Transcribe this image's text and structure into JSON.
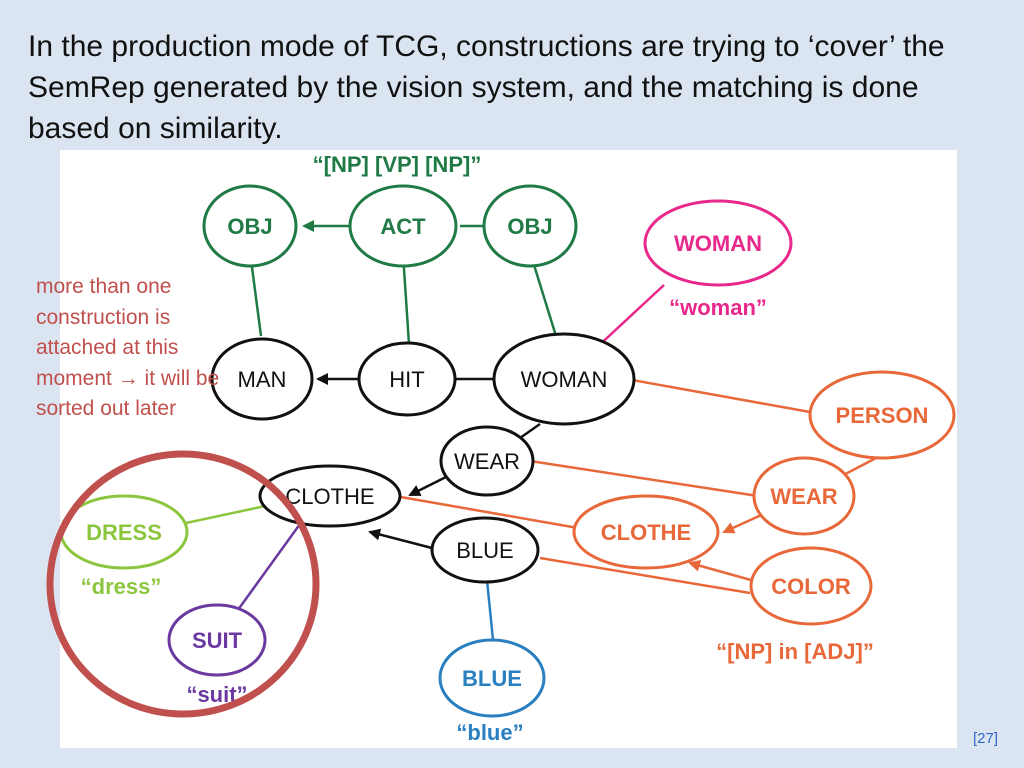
{
  "slide": {
    "title": "In the production mode of TCG, constructions are trying to ‘cover’ the SemRep generated by the vision system, and the matching is done based on similarity.",
    "side_note": "more than one construction is attached at this moment → it will be sorted out later",
    "citation": "[27]"
  },
  "colors": {
    "green_construction": "#1f7a45",
    "semrep_black": "#111111",
    "woman_magenta": "#e8288a",
    "orange_construction": "#e8683a",
    "dress_lightgreen": "#8cc63f",
    "suit_purple": "#6a3aa0",
    "blue_construction": "#2a7fc0",
    "circle_red": "#c0504d"
  },
  "diagram": {
    "top_construction": {
      "pattern": "“[NP] [VP] [NP]”",
      "nodes": [
        "OBJ",
        "ACT",
        "OBJ"
      ]
    },
    "semrep": {
      "nodes": [
        "MAN",
        "HIT",
        "WOMAN",
        "WEAR",
        "CLOTHE",
        "BLUE"
      ]
    },
    "woman_construction": {
      "node": "WOMAN",
      "phrase": "“woman”"
    },
    "adj_construction": {
      "nodes": [
        "PERSON",
        "WEAR",
        "CLOTHE",
        "COLOR"
      ],
      "pattern": "“[NP] in [ADJ]”"
    },
    "dress_construction": {
      "node": "DRESS",
      "phrase": "“dress”"
    },
    "suit_construction": {
      "node": "SUIT",
      "phrase": "“suit”"
    },
    "blue_construction": {
      "node": "BLUE",
      "phrase": "“blue”"
    }
  }
}
